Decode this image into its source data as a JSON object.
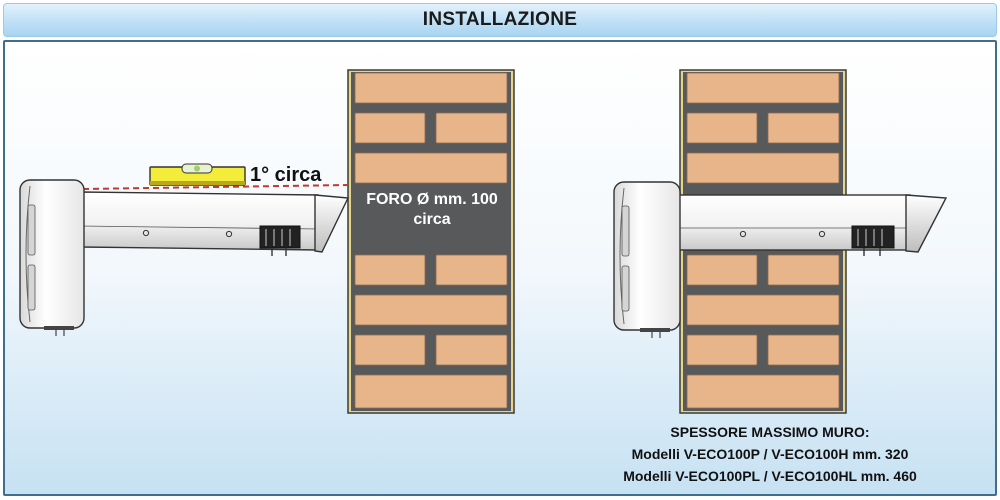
{
  "header": {
    "title": "INSTALLAZIONE"
  },
  "left_figure": {
    "angle_label": "1° circa",
    "hole_label_line1": "FORO Ø mm. 100",
    "hole_label_line2": "circa"
  },
  "right_figure": {
    "spec_title": "SPESSORE MASSIMO MURO:",
    "spec_line1": "Modelli V-ECO100P / V-ECO100H mm. 320",
    "spec_line2": "Modelli V-ECO100PL / V-ECO100HL mm. 460"
  },
  "colors": {
    "brick": "#e8b48a",
    "mortar": "#58595b",
    "wall_edge": "#e4d48c",
    "level": "#f4ec3a",
    "dashed_line": "#c0392b",
    "title_bar": "#bfe0f6",
    "panel_border": "#3f6f8f"
  },
  "icons": [
    "spirit-level-icon",
    "ventilation-unit-icon",
    "brick-wall-icon"
  ]
}
